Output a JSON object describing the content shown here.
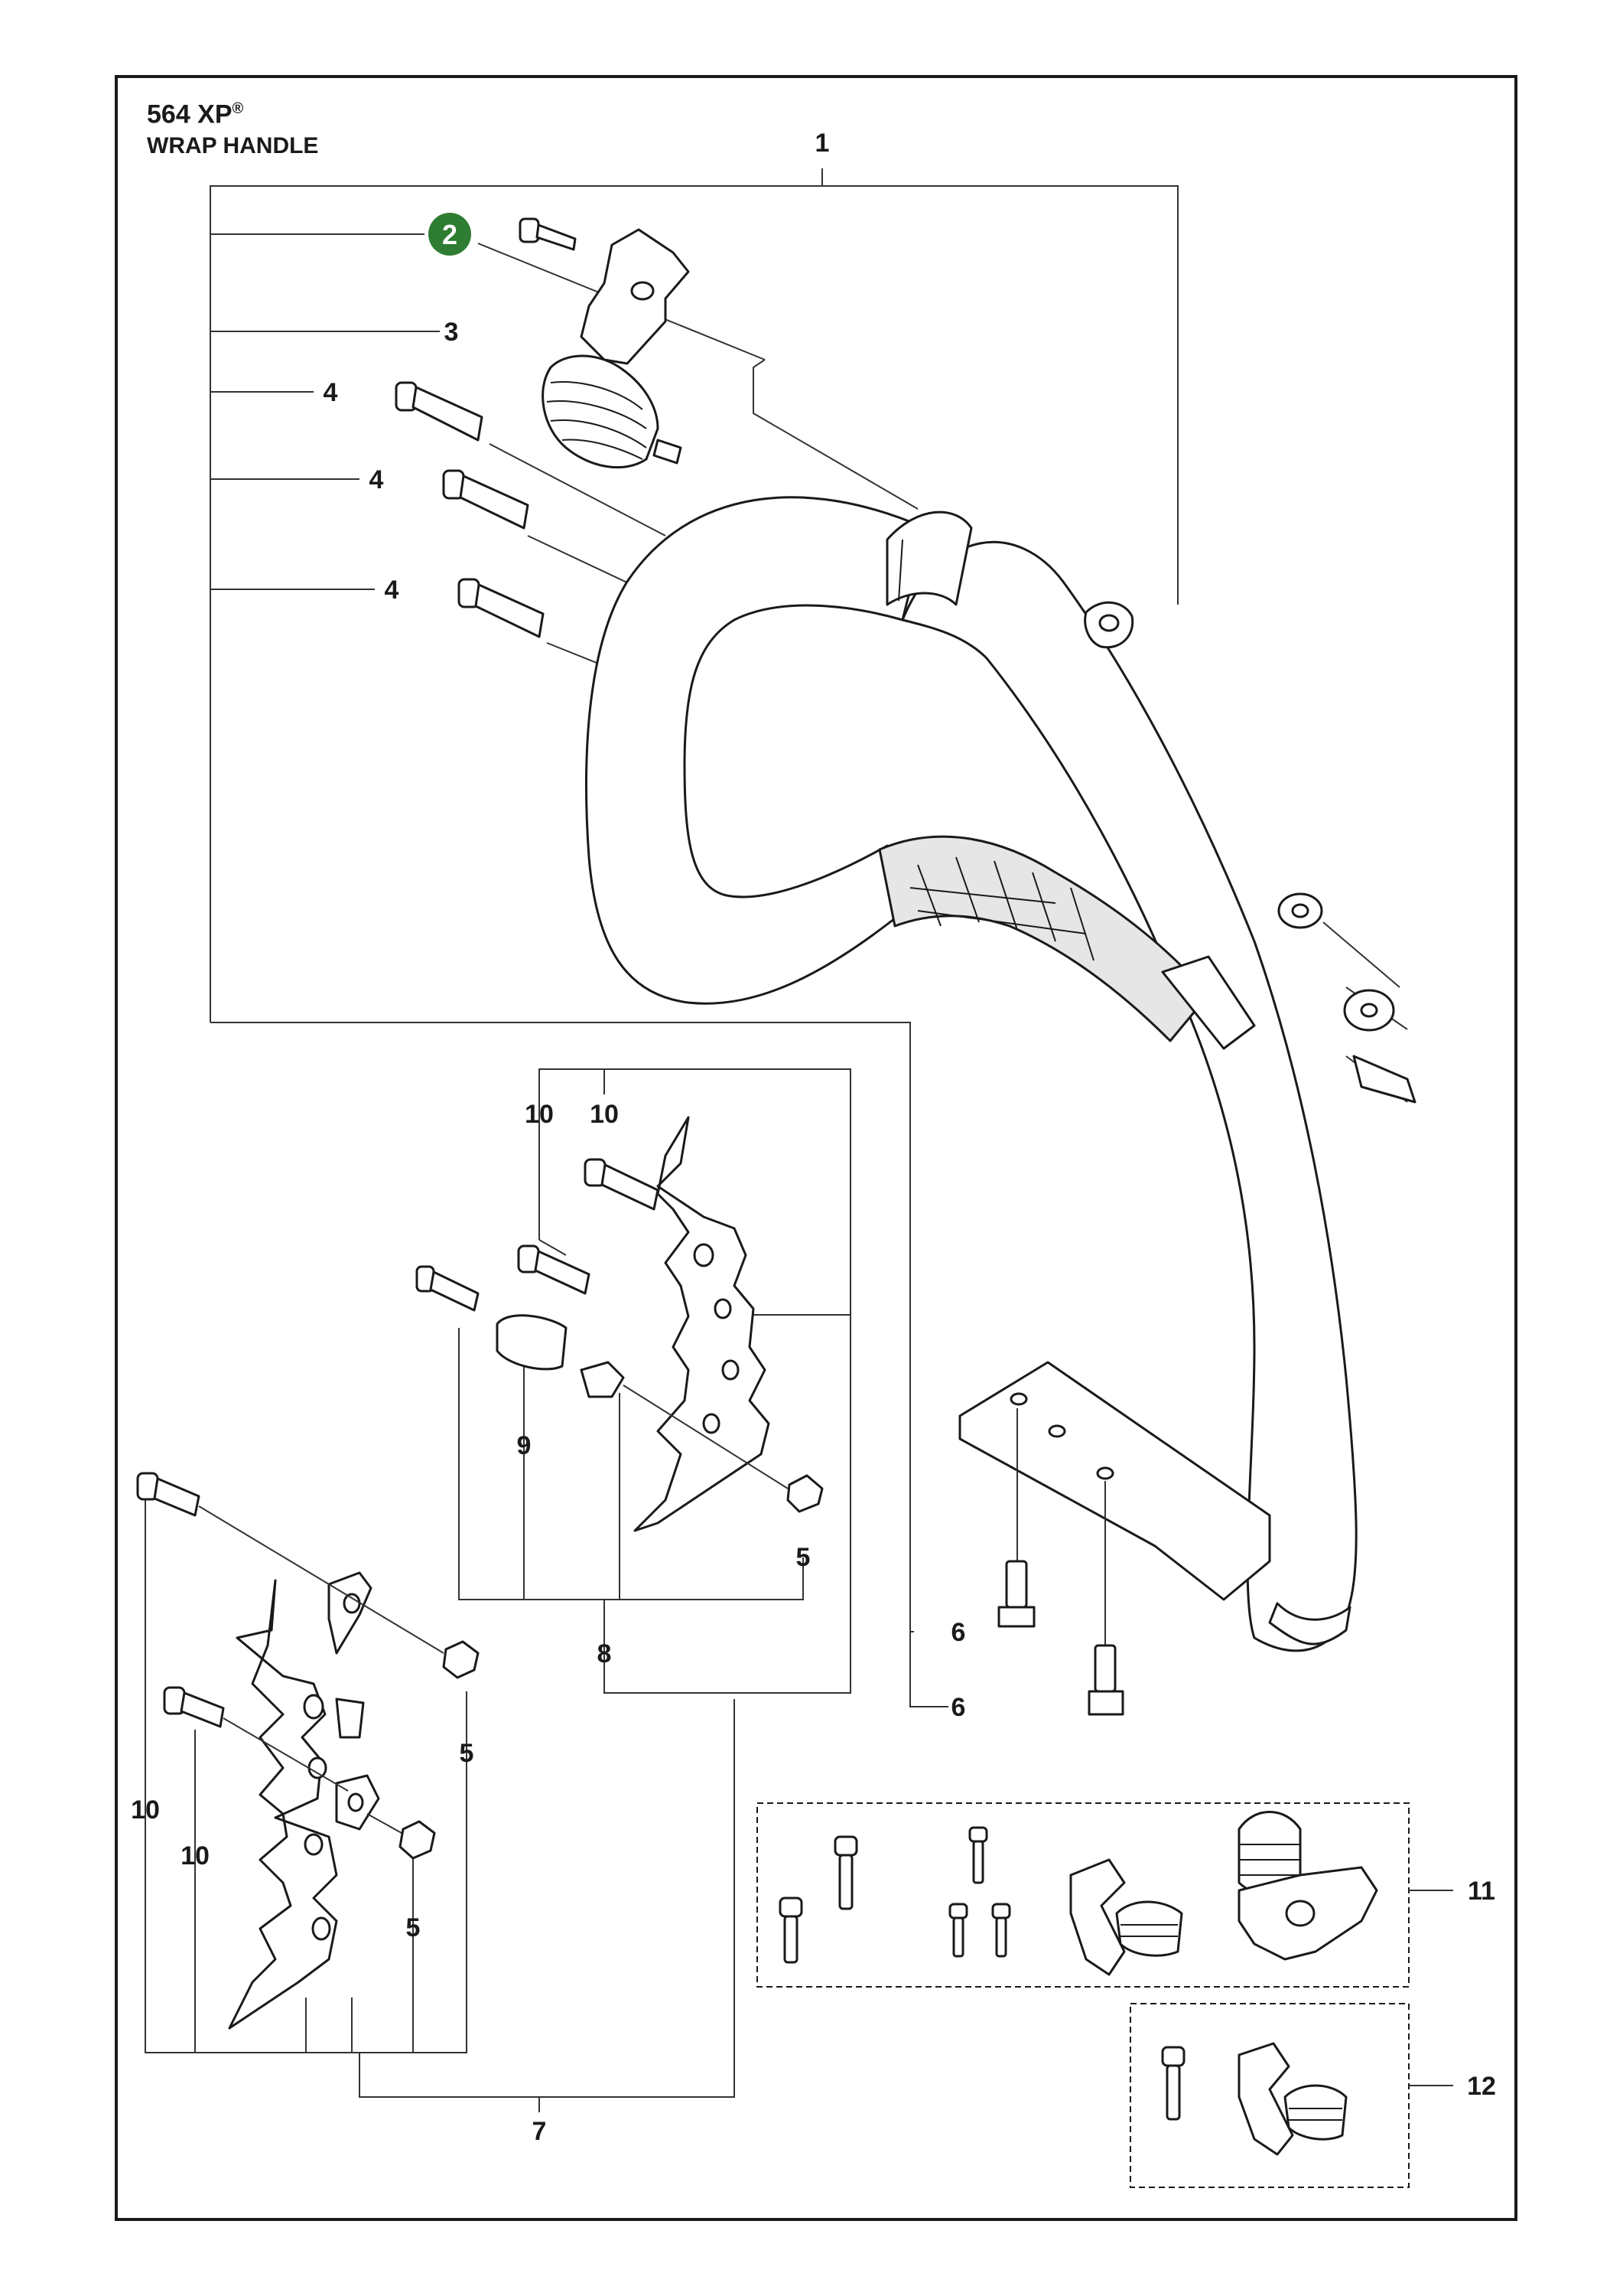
{
  "header": {
    "model": "564 XP",
    "registered": "®",
    "title": "WRAP HANDLE"
  },
  "highlight_color": "#2e7d32",
  "callouts": {
    "c1": "1",
    "c2": "2",
    "c3": "3",
    "c4a": "4",
    "c4b": "4",
    "c4c": "4",
    "c5a": "5",
    "c5b": "5",
    "c5c": "5",
    "c6a": "6",
    "c6b": "6",
    "c7": "7",
    "c8": "8",
    "c9": "9",
    "c10a": "10",
    "c10b": "10",
    "c10c": "10",
    "c10d": "10",
    "c11": "11",
    "c12": "12"
  }
}
